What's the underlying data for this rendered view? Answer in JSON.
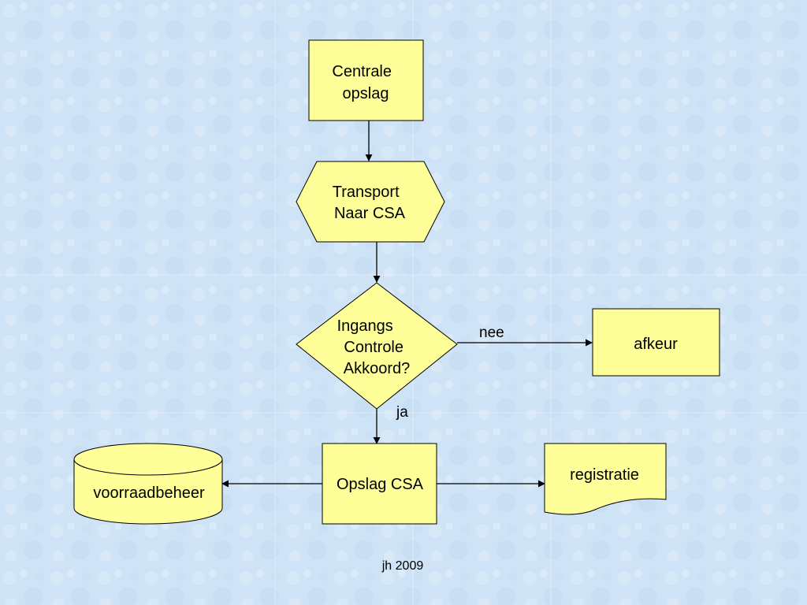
{
  "colors": {
    "node_fill": "#ffff99",
    "background": "#cfe3f6",
    "stroke": "#000000"
  },
  "nodes": {
    "centrale_opslag": {
      "shape": "rectangle",
      "lines": [
        "Centrale",
        "opslag"
      ]
    },
    "transport": {
      "shape": "hexagon",
      "lines": [
        "Transport",
        "Naar CSA"
      ]
    },
    "ingangs_controle": {
      "shape": "diamond",
      "lines": [
        "Ingangs",
        "Controle",
        "Akkoord?"
      ]
    },
    "afkeur": {
      "shape": "rectangle",
      "lines": [
        "afkeur"
      ]
    },
    "opslag_csa": {
      "shape": "rectangle",
      "lines": [
        "Opslag CSA"
      ]
    },
    "voorraadbeheer": {
      "shape": "cylinder",
      "lines": [
        "voorraadbeheer"
      ]
    },
    "registratie": {
      "shape": "document",
      "lines": [
        "registratie"
      ]
    }
  },
  "edges": [
    {
      "from": "centrale_opslag",
      "to": "transport",
      "label": ""
    },
    {
      "from": "transport",
      "to": "ingangs_controle",
      "label": ""
    },
    {
      "from": "ingangs_controle",
      "to": "afkeur",
      "label": "nee"
    },
    {
      "from": "ingangs_controle",
      "to": "opslag_csa",
      "label": "ja"
    },
    {
      "from": "opslag_csa",
      "to": "voorraadbeheer",
      "label": ""
    },
    {
      "from": "opslag_csa",
      "to": "registratie",
      "label": ""
    }
  ],
  "footer": {
    "text": "jh 2009"
  }
}
